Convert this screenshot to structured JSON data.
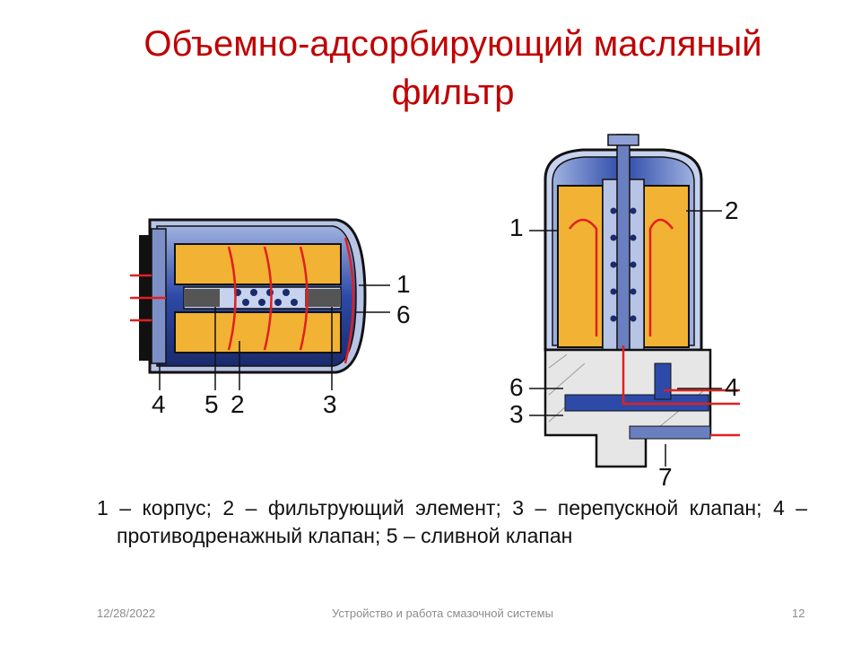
{
  "slide": {
    "title_line1": "Объемно-адсорбирующий масляный",
    "title_line2": "фильтр",
    "caption": "1 – корпус; 2 – фильтрующий элемент; 3 – перепускной клапан; 4 – противодренажный клапан; 5 – сливной клапан",
    "colors": {
      "title": "#c00000",
      "element": "#f2b233",
      "body": "#2d4aa8",
      "flow": "#e02020"
    }
  },
  "figure_left": {
    "labels": {
      "l1": "1",
      "l6": "6",
      "l4": "4",
      "l5": "5",
      "l2": "2",
      "l3": "3"
    }
  },
  "figure_right": {
    "labels": {
      "r1": "1",
      "r2": "2",
      "r6": "6",
      "r4": "4",
      "r3": "3",
      "r7": "7"
    }
  },
  "footer": {
    "date": "12/28/2022",
    "center": "Устройство и работа смазочной системы",
    "page": "12"
  }
}
